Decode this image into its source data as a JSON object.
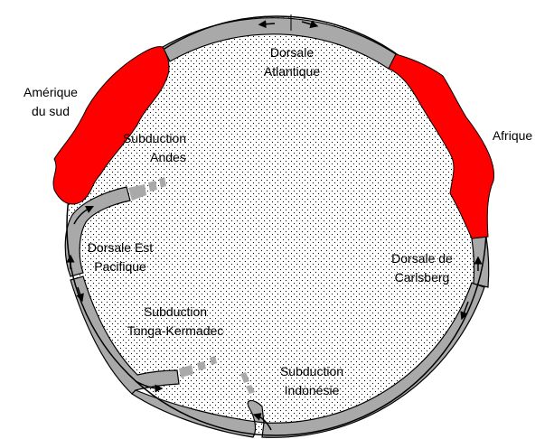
{
  "labels": {
    "dorsale_atlantique": [
      "Dorsale",
      "Atlantique"
    ],
    "amerique_du_sud": [
      "Amérique",
      "du sud"
    ],
    "afrique": [
      "Afrique"
    ],
    "subduction_andes": [
      "Subduction",
      "Andes"
    ],
    "dorsale_est_pacifique": [
      "Dorsale Est",
      "Pacifique"
    ],
    "dorsale_de_carlsberg": [
      "Dorsale de",
      "Carlsberg"
    ],
    "subduction_tonga_kermadec": [
      "Subduction",
      "Tonga-Kermadec"
    ],
    "subduction_indonesie": [
      "Subduction",
      "Indonésie"
    ]
  },
  "colors": {
    "continent": "#ff0000",
    "plate": "#a9a9a9",
    "outline": "#000000",
    "mantle_dots": "#000000",
    "background": "#ffffff"
  }
}
